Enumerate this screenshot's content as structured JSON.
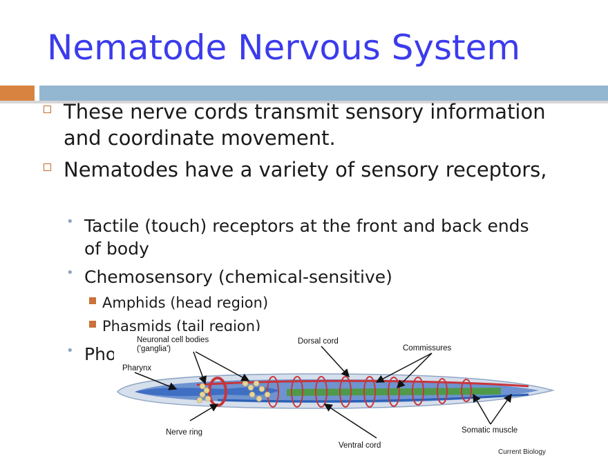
{
  "slide": {
    "title": "Nematode Nervous System",
    "bullets": [
      "These nerve cords transmit sensory information and coordinate movement.",
      "Nematodes have a variety of sensory receptors,"
    ],
    "sub_bullets": [
      "Tactile (touch) receptors at the front and back ends of body",
      "Chemosensory (chemical-sensitive)"
    ],
    "sub_sub_bullets": [
      "Amphids (head region)",
      "Phasmids (tail region)"
    ],
    "hidden_bullet_visible": "Pho"
  },
  "figure": {
    "labels": {
      "neuronal": "Neuronal cell bodies",
      "ganglia": "('ganglia')",
      "pharynx": "Pharynx",
      "dorsal": "Dorsal cord",
      "commissures": "Commissures",
      "nerve_ring": "Nerve ring",
      "ventral": "Ventral cord",
      "somatic": "Somatic muscle"
    },
    "credit": "Current Biology"
  }
}
